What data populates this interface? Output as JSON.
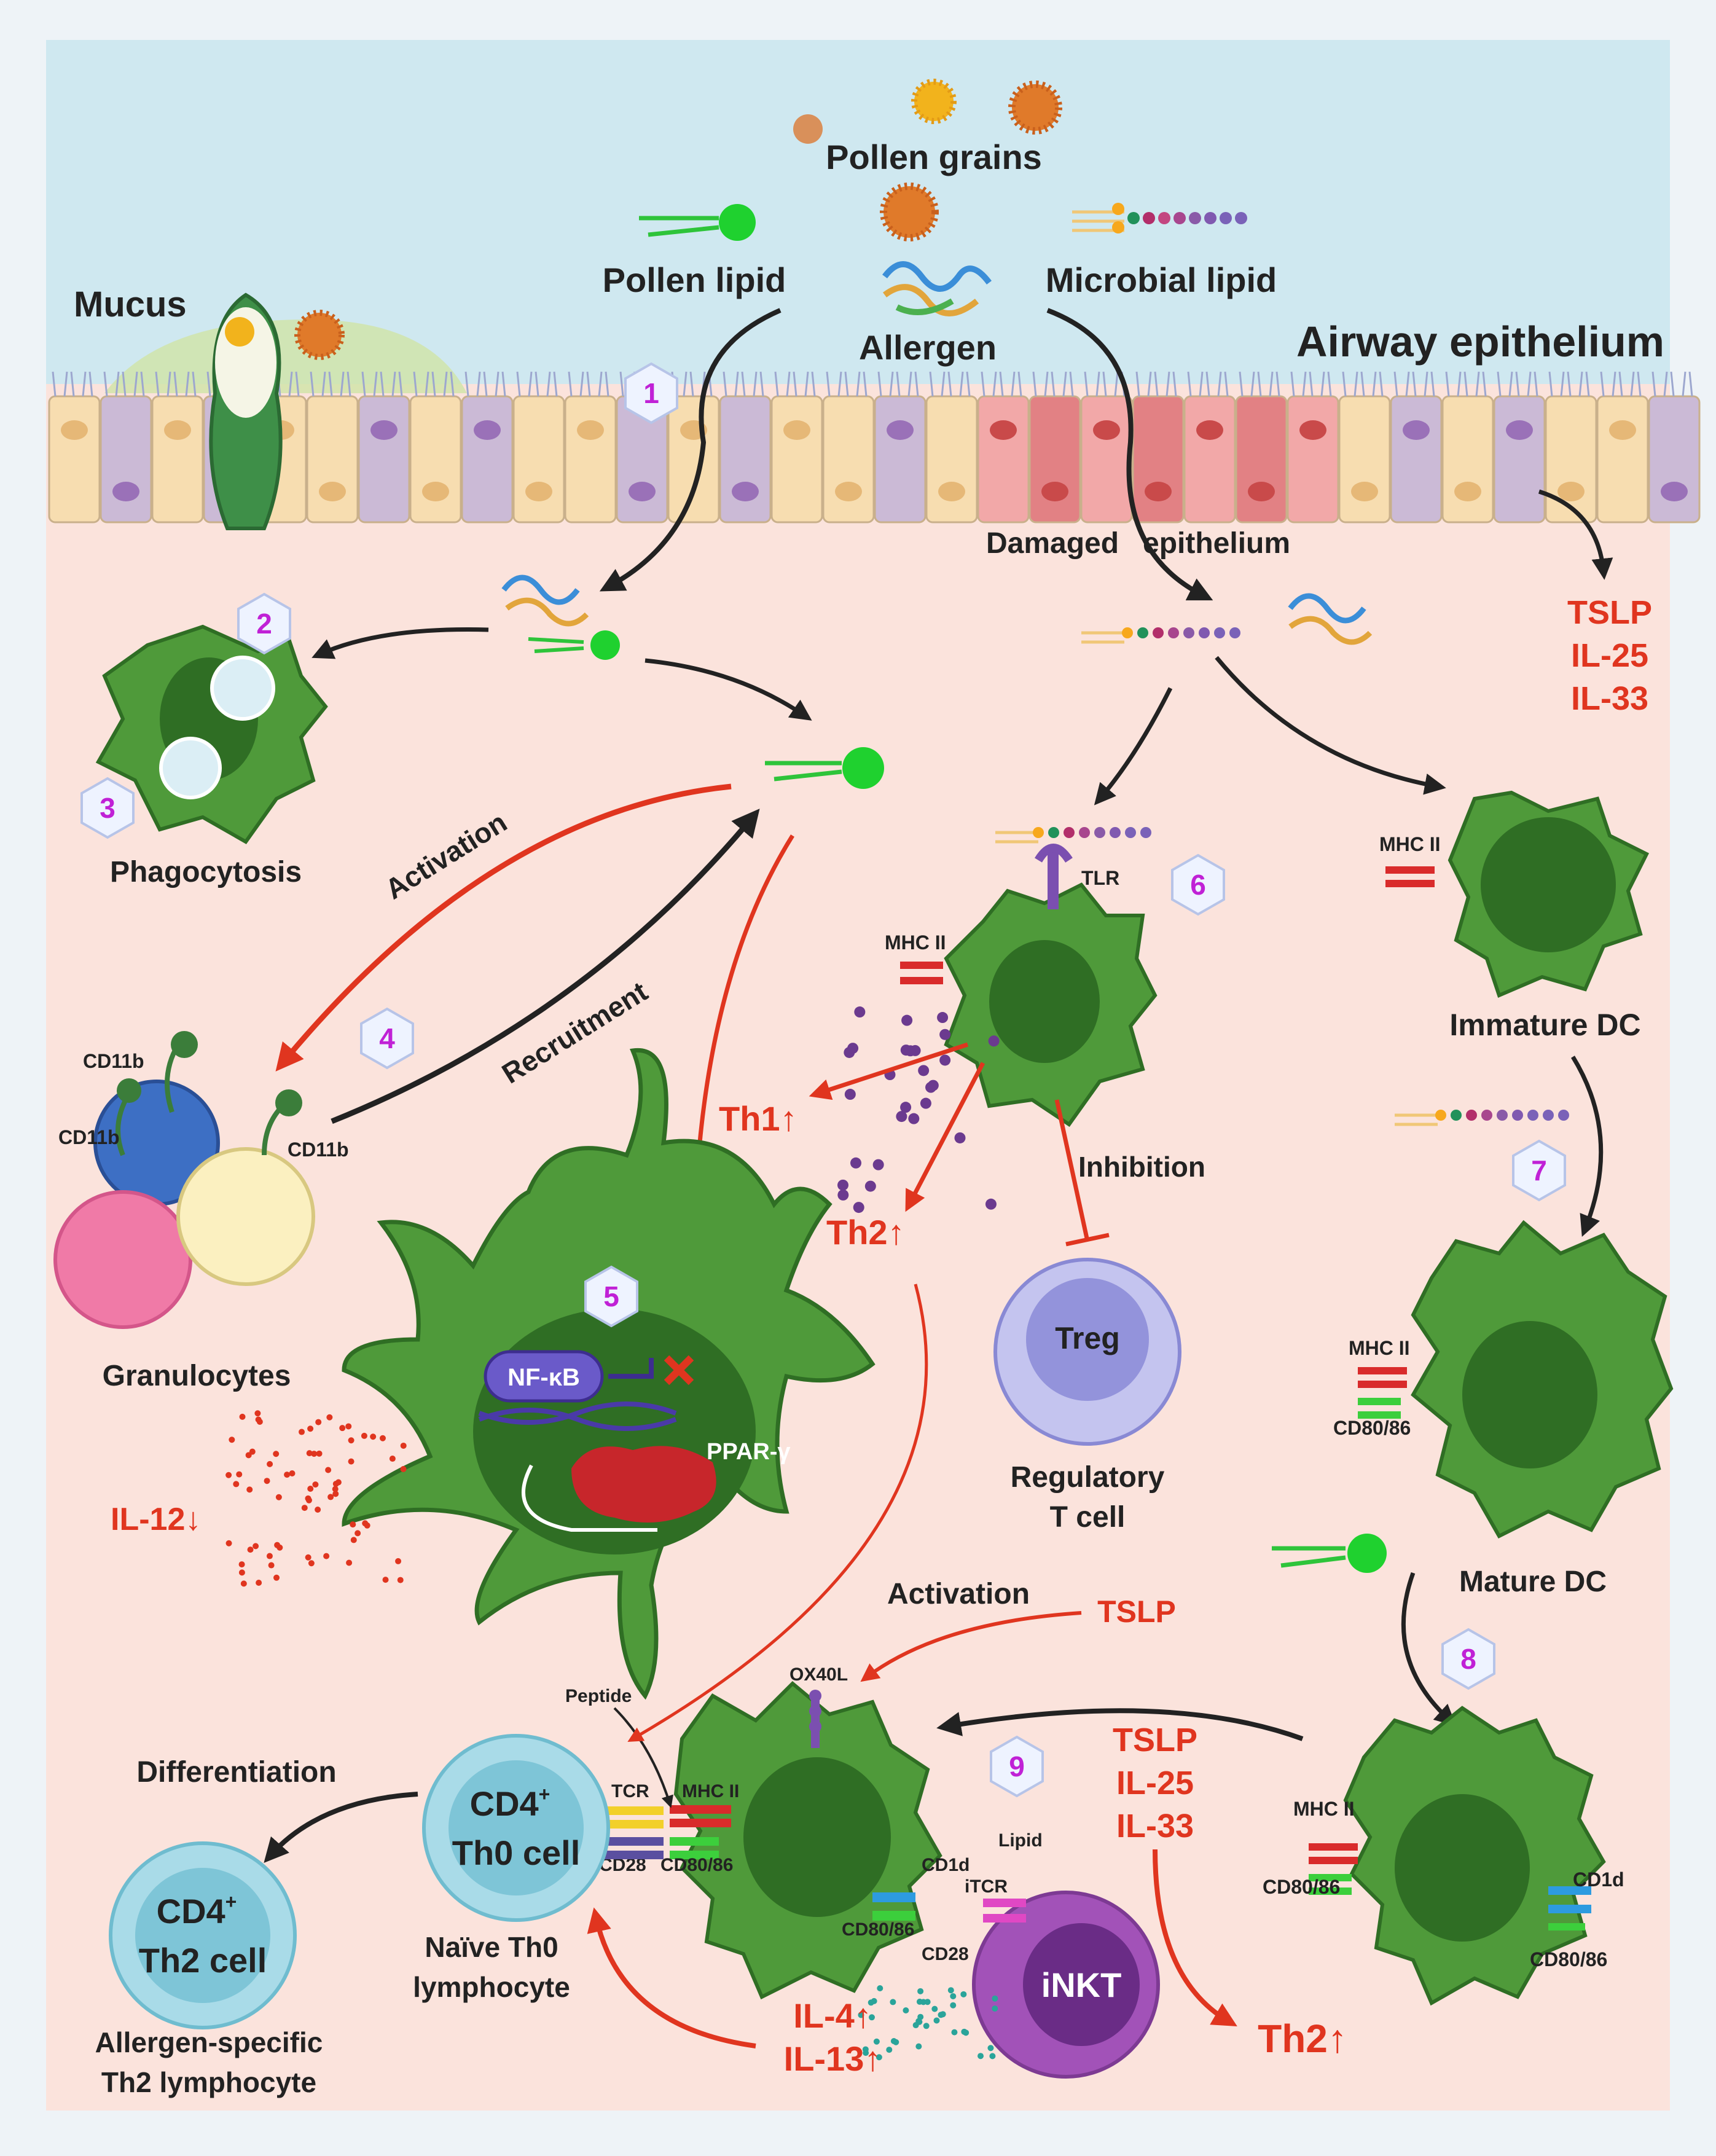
{
  "labels": {
    "pollen_grains": "Pollen grains",
    "pollen_lipid": "Pollen lipid",
    "microbial_lipid": "Microbial lipid",
    "allergen": "Allergen",
    "mucus": "Mucus",
    "airway_epithelium": "Airway epithelium",
    "damaged_epithelium_1": "Damaged",
    "damaged_epithelium_2": "epithelium",
    "phagocytosis": "Phagocytosis",
    "activation_top": "Activation",
    "recruitment": "Recruitment",
    "granulocytes": "Granulocytes",
    "cd11b": "CD11b",
    "nfkb": "NF-κB",
    "ppar": "PPAR-γ",
    "il12_down": "IL-12↓",
    "mhc_ii": "MHC II",
    "tlr": "TLR",
    "th1_up": "Th1↑",
    "th2_up": "Th2↑",
    "inhibition": "Inhibition",
    "treg": "Treg",
    "regulatory_1": "Regulatory",
    "regulatory_2": "T cell",
    "immature_dc": "Immature DC",
    "mature_dc": "Mature DC",
    "cd80_86": "CD80/86",
    "cytokines_right": [
      "TSLP",
      "IL-25",
      "IL-33"
    ],
    "activation_bottom": "Activation",
    "tslp": "TSLP",
    "ox40l": "OX40L",
    "peptide": "Peptide",
    "tcr": "TCR",
    "cd28": "CD28",
    "cd1d": "CD1d",
    "itcr": "iTCR",
    "lipid": "Lipid",
    "cytokines_mid": [
      "TSLP",
      "IL-25",
      "IL-33"
    ],
    "th2_up_bottom": "Th2↑",
    "inkt": "iNKT",
    "il4_up": "IL-4↑",
    "il13_up": "IL-13↑",
    "differentiation": "Differentiation",
    "cd4": "CD4",
    "cd4_sup": "+",
    "th0_cell": "Th0 cell",
    "naive_1": "Naïve Th0",
    "naive_2": "lymphocyte",
    "th2_cell": "Th2 cell",
    "allergen_specific_1": "Allergen-specific",
    "allergen_specific_2": "Th2 lymphocyte"
  },
  "steps": [
    "1",
    "2",
    "3",
    "4",
    "5",
    "6",
    "7",
    "8",
    "9"
  ],
  "colors": {
    "sky": "#cfe8f0",
    "tissue": "#fbe3dc",
    "dc_green": "#4f9a3a",
    "dc_dark": "#2f6e24",
    "red_text": "#e0351f",
    "step_text": "#c021d6"
  }
}
